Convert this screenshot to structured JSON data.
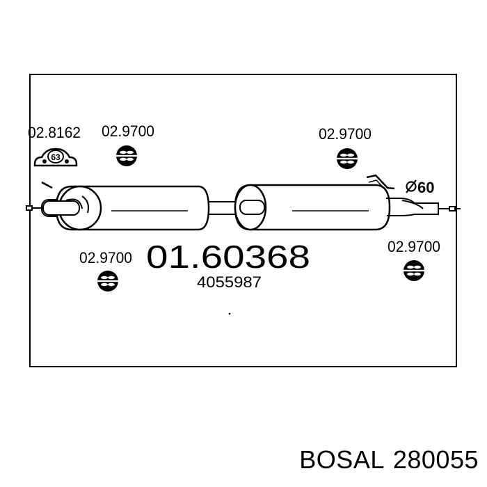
{
  "diagram": {
    "main_part_number": "01.60368",
    "oem_number": "4055987",
    "pipe_diameter": "60",
    "callouts": {
      "clamp_left": "02.8162",
      "clamp_left_size": "63",
      "hanger_top_left": "02.9700",
      "hanger_top_right": "02.9700",
      "hanger_bottom_left": "02.9700",
      "hanger_bottom_right": "02.9700"
    }
  },
  "footer": {
    "brand": "BOSAL",
    "article": "280055"
  }
}
